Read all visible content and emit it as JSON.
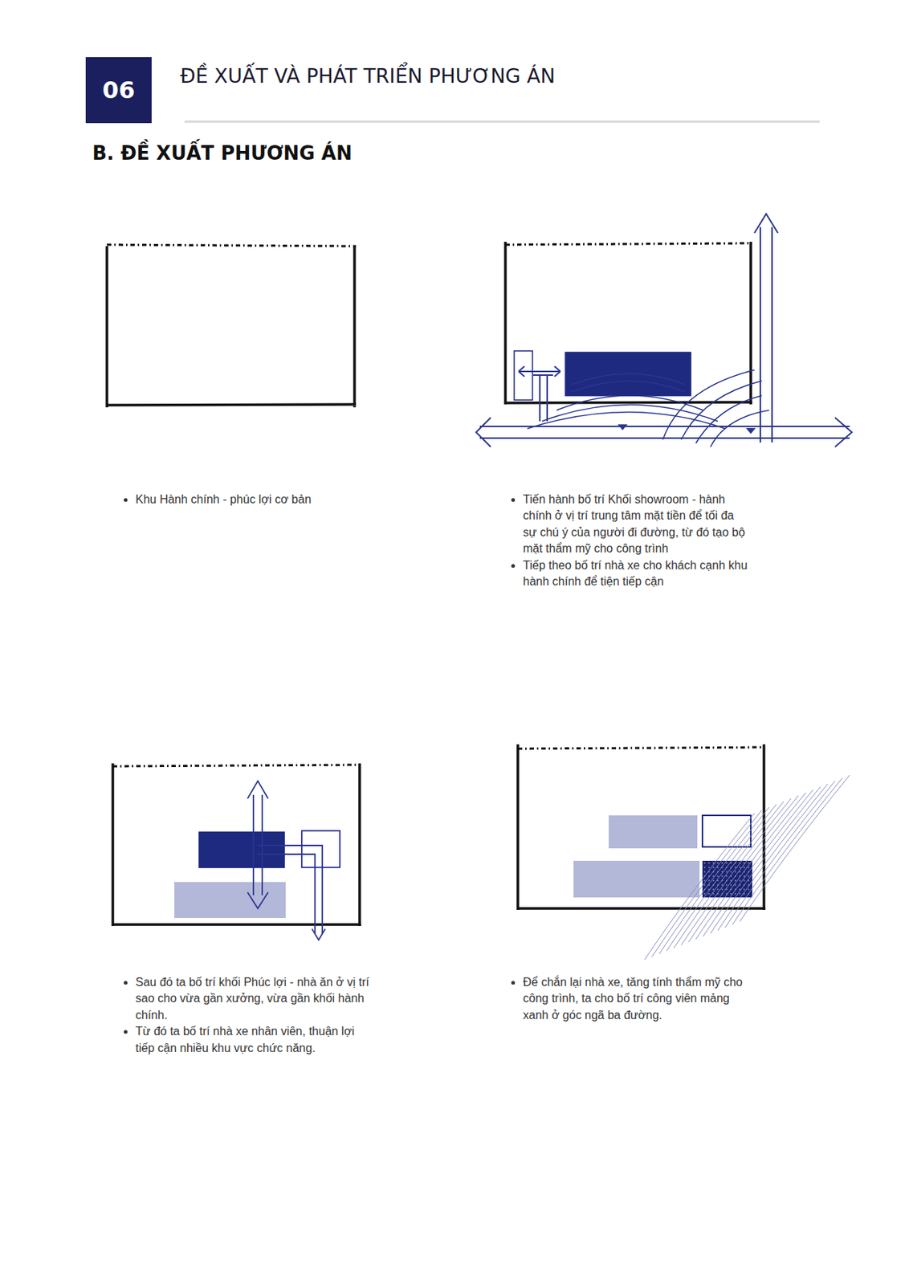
{
  "diagram": {
    "title": "ĐỀ XUẤT VÀ PHÁT TRIỂN PHƯƠNG ÁN",
    "nodes": [
      {
        "text": [
          "06"
        ]
      }
    ],
    "labels": [
      "B. ĐỀ XUẤT PHƯƠNG ÁN",
      "Khu Hành chính - phúc lợi cơ bản",
      "Tiến hành bố trí Khối showroom - hành chính ở vị trí trung tâm mặt tiền để tối đa sự chú ý của người đi đường, từ đó tạo bộ mặt thẩm mỹ cho công trình",
      "Tiếp theo bố trí nhà xe cho khách cạnh khu hành chính để tiện tiếp cận",
      "Sau đó ta bố trí khối Phúc lợi - nhà ăn ở vị trí sao cho vừa gần xưởng, vừa gần khối hành chính.",
      "Từ đó ta bố trí nhà xe nhân viên, thuận lợi tiếp cận nhiều khu vực chức năng.",
      "Để chắn lại nhà xe, tăng tính thẩm mỹ cho công trình, ta cho bố trí công viên mảng xanh ở góc ngã ba đường."
    ]
  }
}
